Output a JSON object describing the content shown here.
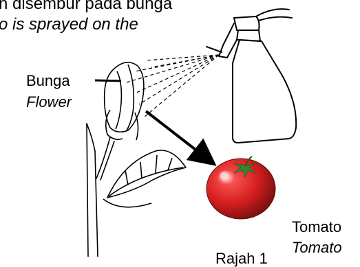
{
  "caption": {
    "malay_partial": "n disembur pada bunga",
    "english_partial": "o is sprayed on the"
  },
  "labels": {
    "bunga": "Bunga",
    "flower": "Flower",
    "tomato_malay": "Tomato",
    "tomato_english": "Tomato",
    "bottom_cut": "Rajah 1"
  },
  "colors": {
    "tomato_body": "#d81f1f",
    "tomato_dark": "#7a0f0f",
    "tomato_leaf": "#2f8a2f",
    "ink": "#000000"
  }
}
